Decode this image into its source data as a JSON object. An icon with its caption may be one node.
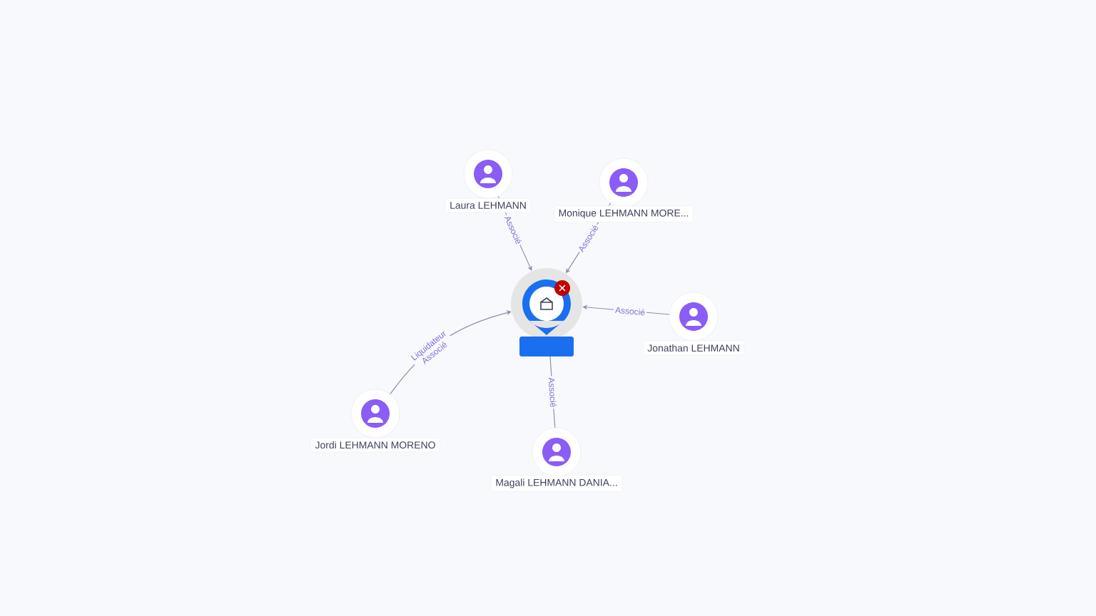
{
  "diagram": {
    "nodes": [
      {
        "text": [],
        "shape": "pin"
      },
      {
        "text": [
          "Laura LEHMANN"
        ]
      },
      {
        "text": [
          "Monique LEHMANN MORE..."
        ]
      },
      {
        "text": [
          "Jonathan LEHMANN"
        ]
      },
      {
        "text": [
          "Jordi LEHMANN MORENO"
        ]
      },
      {
        "text": [
          "Magali LEHMANN DANIA..."
        ]
      }
    ],
    "edges": [
      {
        "from": 1,
        "to": 0,
        "arrow": "to",
        "label": "Associé"
      },
      {
        "from": 2,
        "to": 0,
        "arrow": "to",
        "label": "Associé"
      },
      {
        "from": 3,
        "to": 0,
        "arrow": "to",
        "label": "Associé"
      },
      {
        "from": 4,
        "to": 0,
        "arrow": "to",
        "label": "Liquidateur Associé"
      },
      {
        "from": 5,
        "to": 0,
        "arrow": "none",
        "label": "Associé"
      }
    ]
  }
}
